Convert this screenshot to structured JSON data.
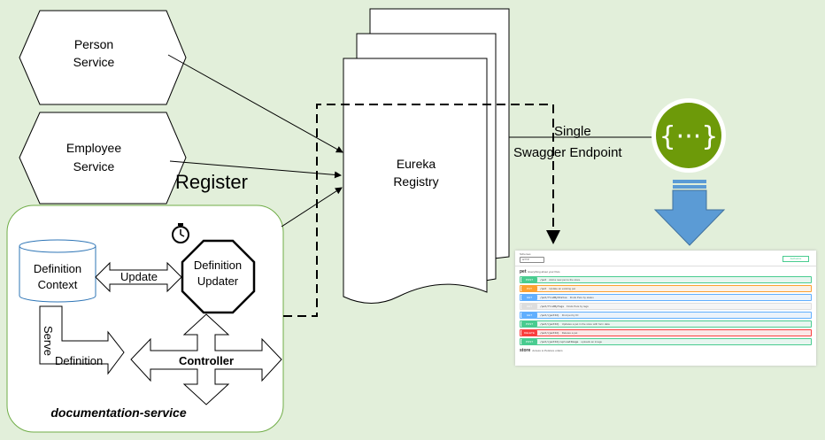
{
  "nodes": {
    "person_service": [
      "Person",
      "Service"
    ],
    "employee_service": [
      "Employee",
      "Service"
    ],
    "register": "Register",
    "eureka": [
      "Eureka",
      "Registry"
    ],
    "endpoint": [
      "Single",
      "Swagger Endpoint"
    ],
    "definition_context": [
      "Definition",
      "Context"
    ],
    "update": "Update",
    "definition_updater": [
      "Definition",
      "Updater"
    ],
    "serve": "Serve",
    "definition": "Definition",
    "controller": "Controller",
    "documentation_service": "documentation-service"
  },
  "icons": {
    "stopwatch": "stopwatch-icon",
    "swagger": "swagger-logo-icon",
    "arrow": "down-arrow-icon"
  },
  "colors": {
    "background": "#e2efda",
    "swagger_green": "#6d9a09",
    "arrow_blue": "#5b9bd5",
    "box_border": "#70ad47"
  },
  "swagger_ui": {
    "servers_label": "Schemes",
    "server": "HTTP",
    "authorize": "Authorize",
    "tags": [
      {
        "name": "pet",
        "desc": "Everything about your Pets"
      },
      {
        "name": "store",
        "desc": "Access to Petstore orders"
      }
    ],
    "operations": [
      {
        "method": "POST",
        "path": "/pet",
        "summary": "Add a new pet to the store"
      },
      {
        "method": "PUT",
        "path": "/pet",
        "summary": "Update an existing pet"
      },
      {
        "method": "GET",
        "path": "/pet/findByStatus",
        "summary": "Finds Pets by status"
      },
      {
        "method": "GET",
        "path": "/pet/findByTags",
        "summary": "Finds Pets by tags"
      },
      {
        "method": "GET",
        "path": "/pet/{petId}",
        "summary": "Find pet by ID"
      },
      {
        "method": "POST",
        "path": "/pet/{petId}",
        "summary": "Updates a pet in the store with form data"
      },
      {
        "method": "DELETE",
        "path": "/pet/{petId}",
        "summary": "Deletes a pet"
      },
      {
        "method": "POST",
        "path": "/pet/{petId}/uploadImage",
        "summary": "uploads an image"
      }
    ]
  }
}
